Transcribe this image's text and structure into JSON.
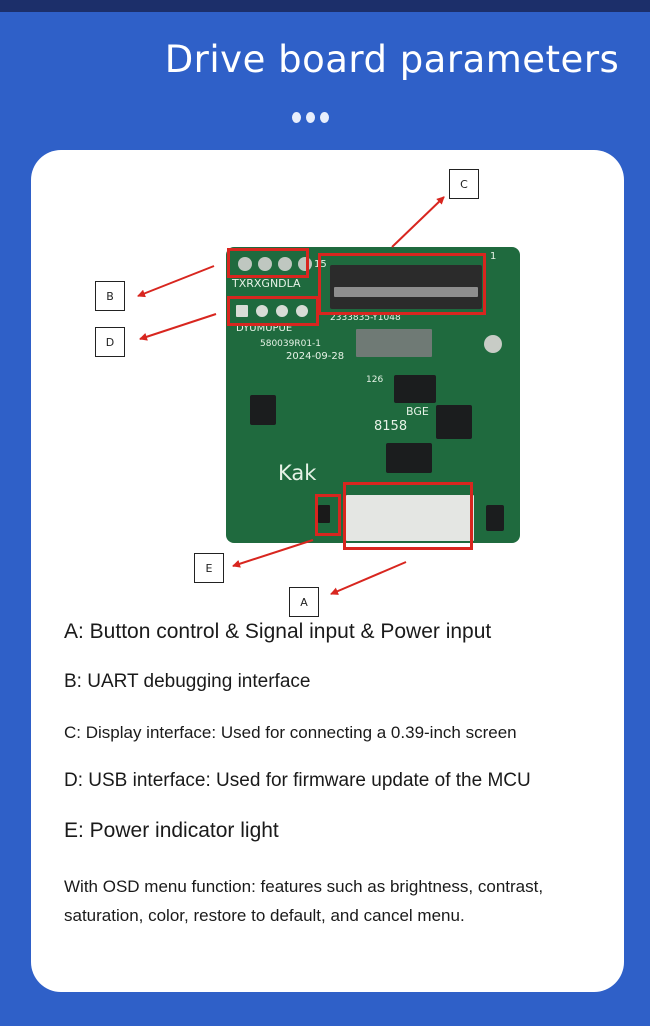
{
  "header": {
    "title": "Drive board parameters"
  },
  "board": {
    "silk_txrx": "TXRXGNDLA",
    "silk_usb": "DYUMUPUE",
    "silk_part": "2333835-Y1048",
    "silk_id": "580039R01-1",
    "silk_date": "2024-09-28",
    "silk_126": "126",
    "silk_bge": "BGE",
    "silk_8158": "8158",
    "silk_kak": "Kak",
    "silk_15": "15",
    "silk_1": "1"
  },
  "callouts": {
    "a": "A",
    "b": "B",
    "c": "C",
    "d": "D",
    "e": "E"
  },
  "descriptions": {
    "a": "A: Button control & Signal input & Power input",
    "b": "B: UART debugging interface",
    "c": "C: Display interface: Used for connecting a 0.39-inch screen",
    "d": "D: USB interface: Used for firmware update of the MCU",
    "e": "E: Power indicator light"
  },
  "note": "With OSD menu function: features such as brightness, contrast, saturation, color, restore to default, and cancel menu.",
  "colors": {
    "background": "#2f60c8",
    "card": "#ffffff",
    "board": "#1f6a3e",
    "highlight": "#d8261f"
  }
}
